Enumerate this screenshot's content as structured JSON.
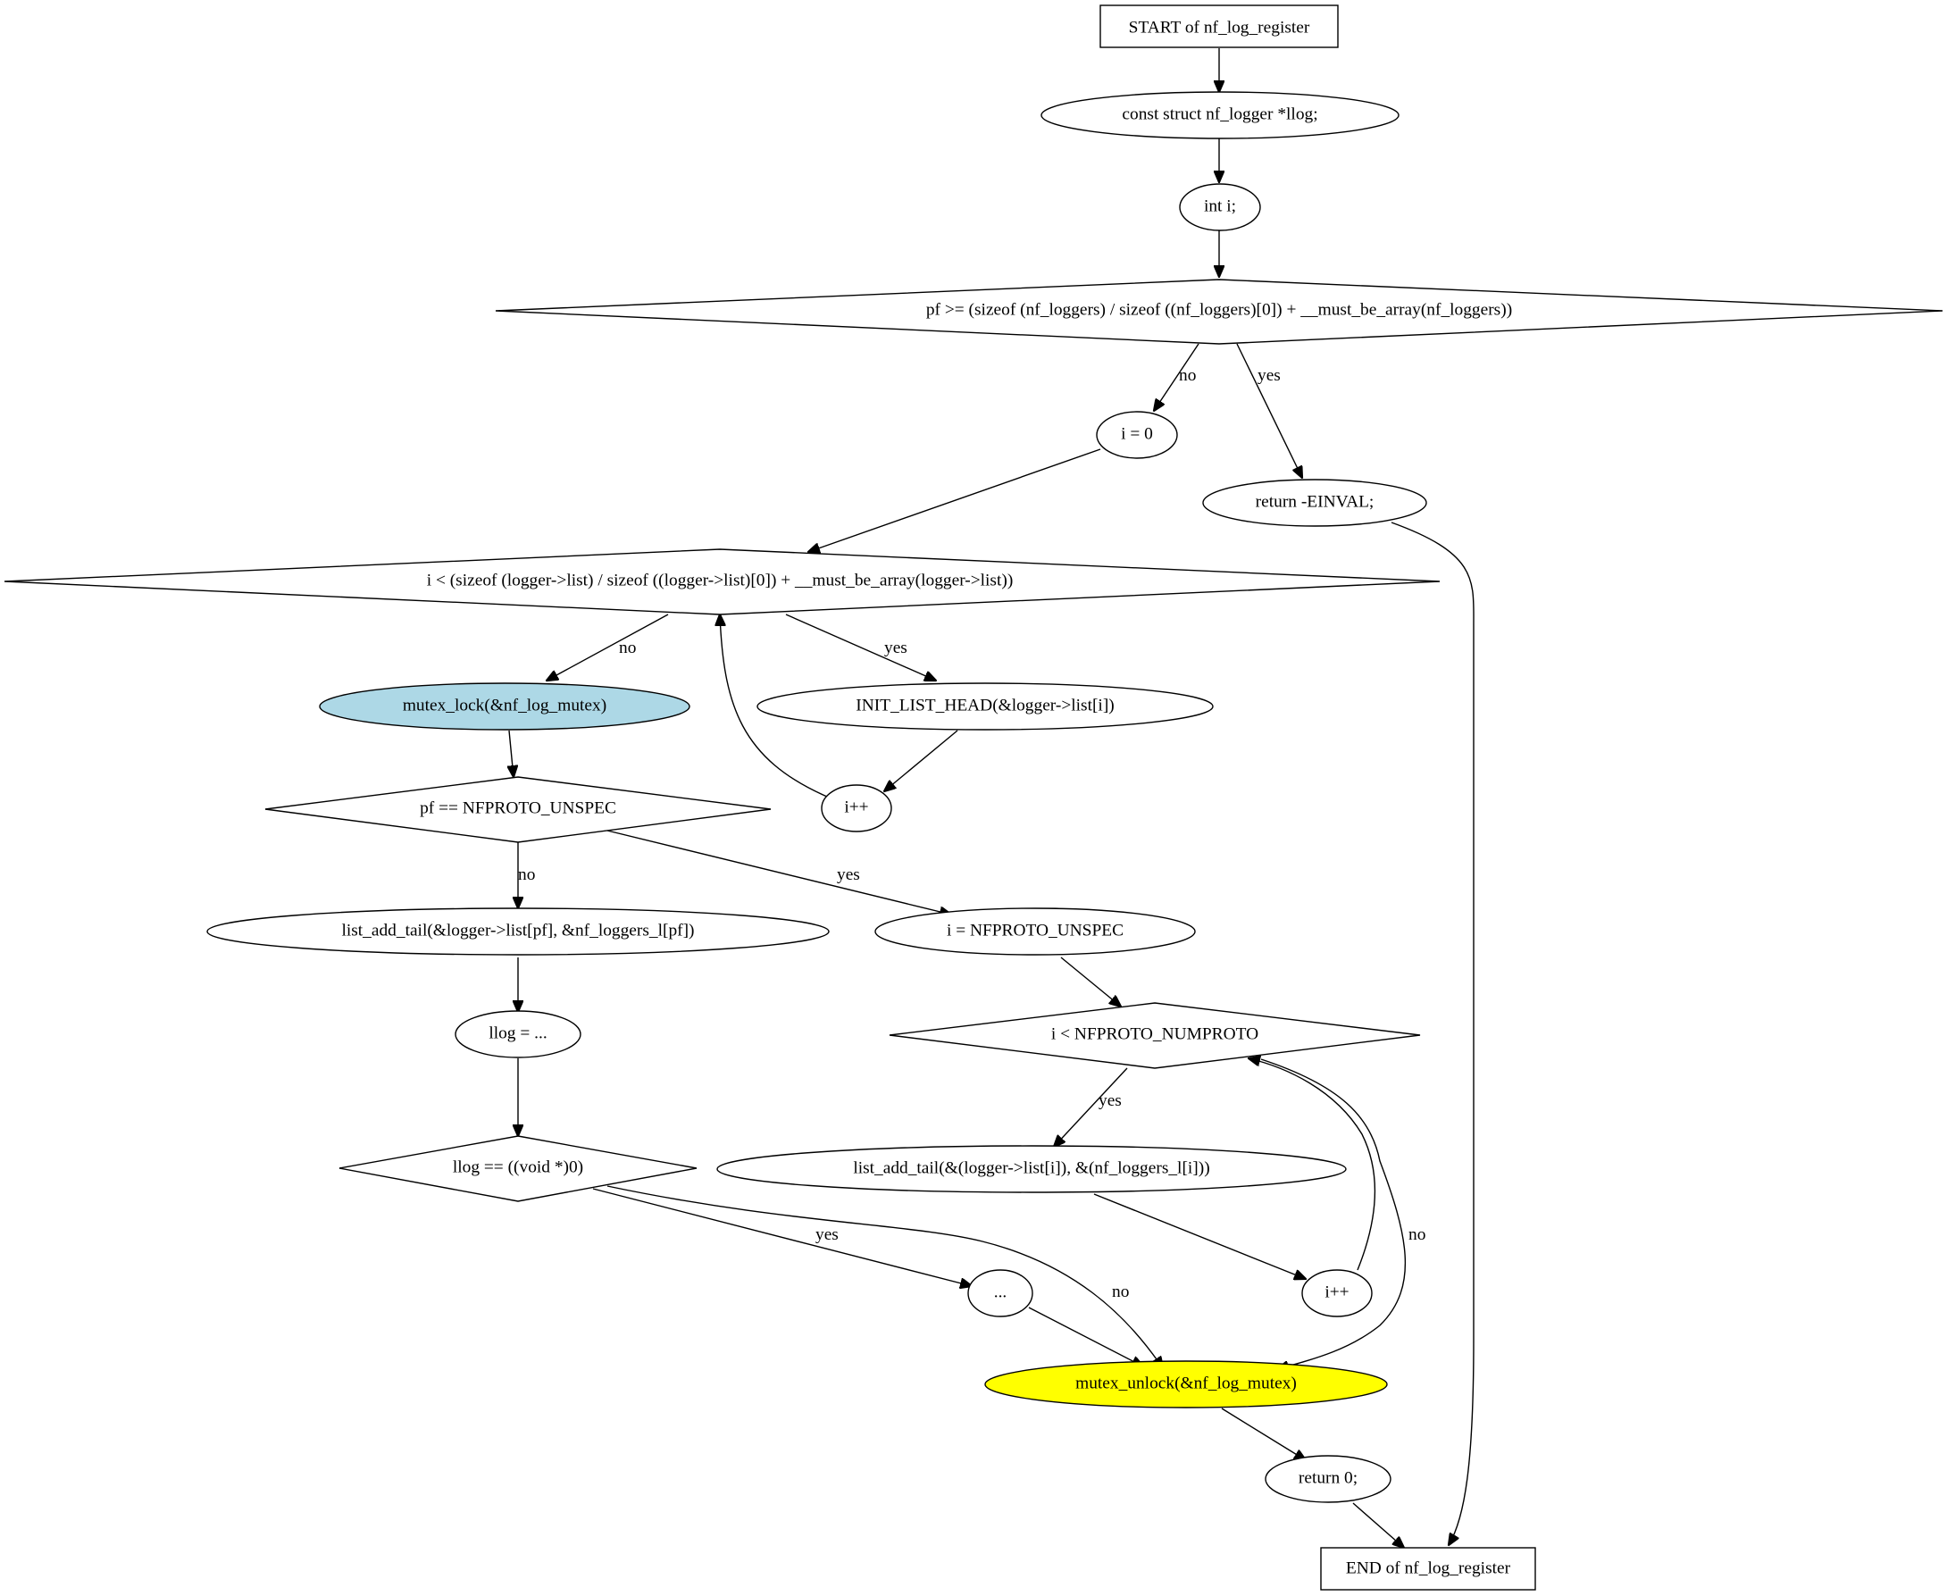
{
  "nodes": {
    "start": {
      "label": "START of nf_log_register"
    },
    "decl_llog": {
      "label": "const struct nf_logger *llog;"
    },
    "decl_i": {
      "label": "int i;"
    },
    "check_pf": {
      "label": "pf >= (sizeof (nf_loggers) / sizeof ((nf_loggers)[0]) + __must_be_array(nf_loggers))"
    },
    "i_init": {
      "label": "i = 0"
    },
    "return_einval": {
      "label": "return -EINVAL;"
    },
    "loop_cond": {
      "label": "i < (sizeof (logger->list) / sizeof ((logger->list)[0]) + __must_be_array(logger->list))"
    },
    "mutex_lock": {
      "label": "mutex_lock(&nf_log_mutex)",
      "fill": "#add8e6"
    },
    "init_list_head": {
      "label": "INIT_LIST_HEAD(&logger->list[i])"
    },
    "i_inc1": {
      "label": "i++"
    },
    "check_unspec": {
      "label": "pf == NFPROTO_UNSPEC"
    },
    "list_add_pf": {
      "label": "list_add_tail(&logger->list[pf], &nf_loggers_l[pf])"
    },
    "i_unspec": {
      "label": "i = NFPROTO_UNSPEC"
    },
    "loop_numproto": {
      "label": "i < NFPROTO_NUMPROTO"
    },
    "llog_assign": {
      "label": "llog = ..."
    },
    "list_add_i": {
      "label": "list_add_tail(&(logger->list[i]), &(nf_loggers_l[i]))"
    },
    "check_llog_null": {
      "label": "llog == ((void *)0)"
    },
    "ellipsis": {
      "label": "..."
    },
    "i_inc2": {
      "label": "i++"
    },
    "mutex_unlock": {
      "label": "mutex_unlock(&nf_log_mutex)",
      "fill": "#ffff00"
    },
    "return_zero": {
      "label": "return 0;"
    },
    "end": {
      "label": "END of nf_log_register"
    }
  },
  "edge_labels": {
    "pf_no": "no",
    "pf_yes": "yes",
    "loop_no": "no",
    "loop_yes": "yes",
    "unspec_no": "no",
    "unspec_yes": "yes",
    "numproto_yes": "yes",
    "numproto_no": "no",
    "llog_yes": "yes",
    "llog_no": "no"
  }
}
